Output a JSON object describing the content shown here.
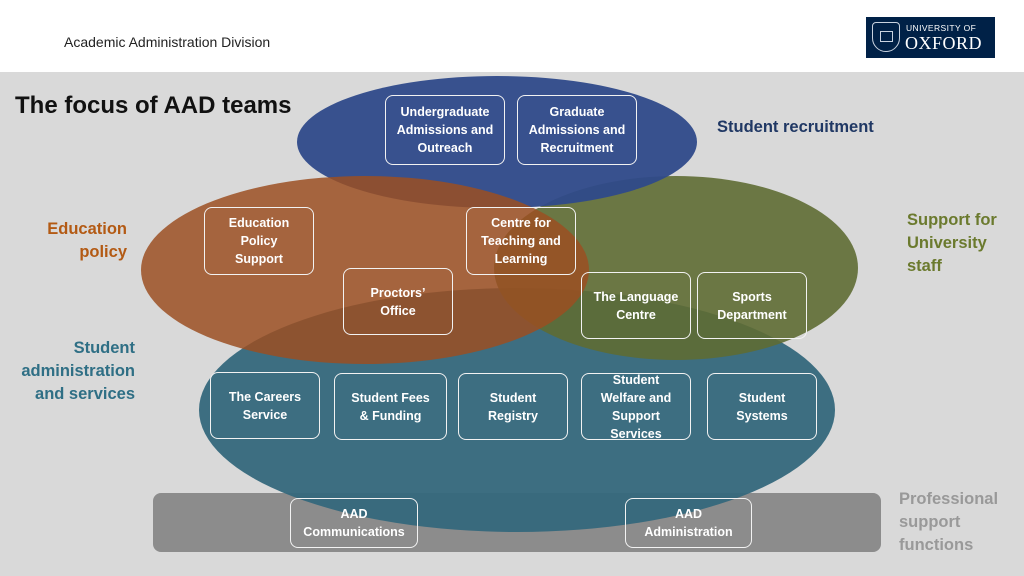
{
  "header": {
    "division": "Academic Administration Division",
    "logo": {
      "line1": "UNIVERSITY OF",
      "line2": "OXFORD"
    }
  },
  "title": "The focus of AAD teams",
  "colors": {
    "recruitment": "#2f4a8a",
    "education": "#9b4f22",
    "staff": "#5e6b33",
    "student_services": "#35687c",
    "professional": "#8c8c8c"
  },
  "groups": {
    "recruitment": "Student recruitment",
    "education": "Education\npolicy",
    "staff": "Support for\nUniversity\nstaff",
    "student_services": "Student\nadministration\nand services",
    "professional": "Professional\nsupport\nfunctions"
  },
  "teams": {
    "ug_admissions": "Undergraduate\nAdmissions and\nOutreach",
    "grad_admissions": "Graduate\nAdmissions and\nRecruitment",
    "education_policy": "Education\nPolicy\nSupport",
    "ctl": "Centre for\nTeaching and\nLearning",
    "proctors": "Proctors’\nOffice",
    "language_centre": "The Language\nCentre",
    "sports": "Sports\nDepartment",
    "careers": "The Careers\nService",
    "fees": "Student Fees\n& Funding",
    "registry": "Student\nRegistry",
    "welfare": "Student\nWelfare and\nSupport\nServices",
    "systems": "Student\nSystems",
    "communications": "AAD\nCommunications",
    "administration": "AAD\nAdministration"
  }
}
